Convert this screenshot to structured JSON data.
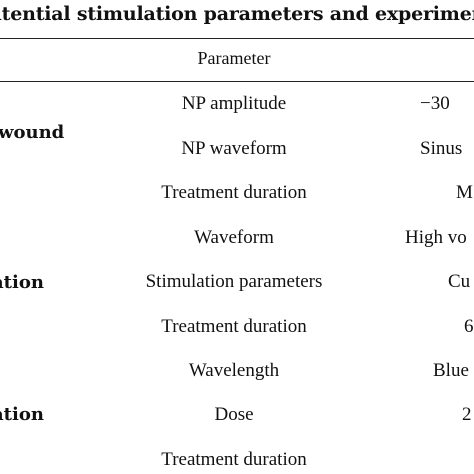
{
  "caption": "ntential stimulation parameters and experimental rang",
  "header": {
    "parameter": "Parameter"
  },
  "groups": [
    {
      "label": "wound"
    },
    {
      "label": "ation"
    },
    {
      "label": "ation"
    }
  ],
  "rows": [
    {
      "parameter": "NP amplitude",
      "value": "−30"
    },
    {
      "parameter": "NP waveform",
      "value": "Sinus"
    },
    {
      "parameter": "Treatment duration",
      "value": "M"
    },
    {
      "parameter": "Waveform",
      "value": "High vo"
    },
    {
      "parameter": "Stimulation parameters",
      "value": "Cu"
    },
    {
      "parameter": "Treatment duration",
      "value": "6"
    },
    {
      "parameter": "Wavelength",
      "value": "Blue"
    },
    {
      "parameter": "Dose",
      "value": "2"
    },
    {
      "parameter": "Treatment duration",
      "value": ""
    }
  ]
}
